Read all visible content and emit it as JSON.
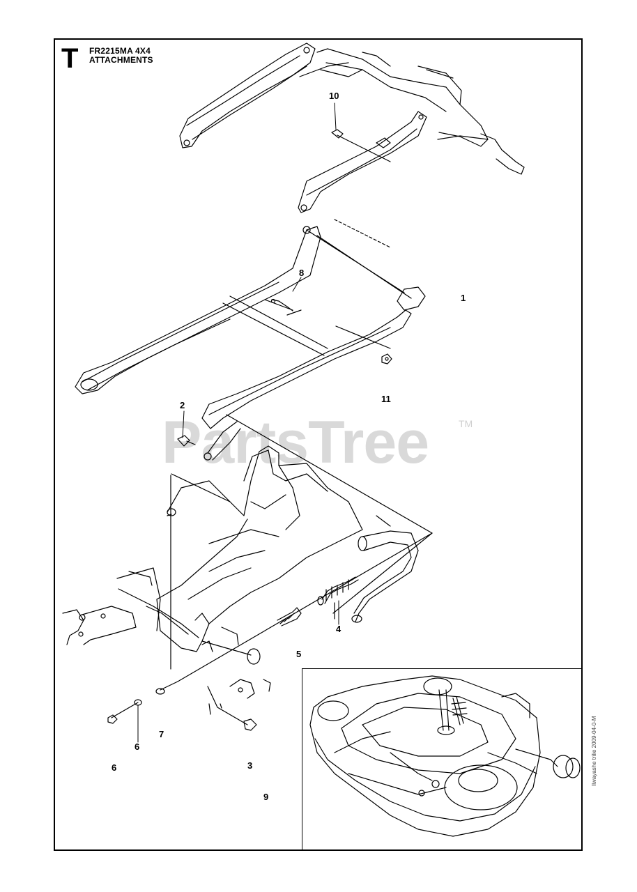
{
  "header": {
    "section_letter": "T",
    "model": "FR2215MA 4X4",
    "section_title": "ATTACHMENTS"
  },
  "watermark": {
    "text": "PartsTree",
    "tm": "TM"
  },
  "callouts": [
    {
      "id": "c10",
      "label": "10"
    },
    {
      "id": "c8",
      "label": "8"
    },
    {
      "id": "c1",
      "label": "1"
    },
    {
      "id": "c11",
      "label": "11"
    },
    {
      "id": "c2",
      "label": "2"
    },
    {
      "id": "c4",
      "label": "4"
    },
    {
      "id": "c5",
      "label": "5"
    },
    {
      "id": "c7",
      "label": "7"
    },
    {
      "id": "c6a",
      "label": "6"
    },
    {
      "id": "c6b",
      "label": "6"
    },
    {
      "id": "c3",
      "label": "3"
    },
    {
      "id": "c9",
      "label": "9"
    }
  ],
  "doc_code": "Ilwayashe trilie 2009-04-0-M",
  "colors": {
    "line": "#000000",
    "watermark": "#d9d9d9"
  }
}
